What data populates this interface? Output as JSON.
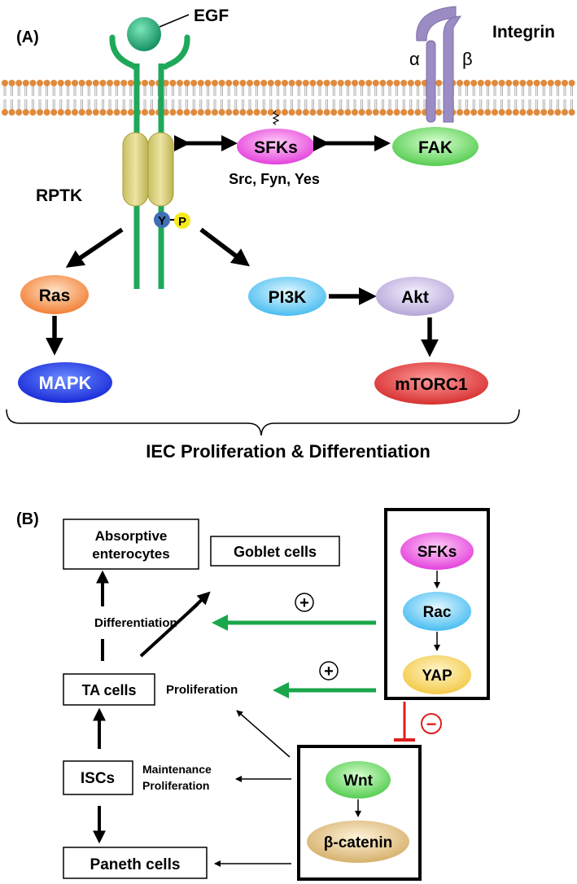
{
  "panel_a": {
    "label": "(A)",
    "egf": "EGF",
    "integrin": "Integrin",
    "alpha": "α",
    "beta": "β",
    "rptk": "RPTK",
    "y": "Y",
    "p": "P",
    "sfks": "SFKs",
    "sfks_members": "Src, Fyn, Yes",
    "fak": "FAK",
    "ras": "Ras",
    "mapk": "MAPK",
    "pi3k": "PI3K",
    "akt": "Akt",
    "mtorc1": "mTORC1",
    "outcome": "IEC Proliferation & Differentiation"
  },
  "panel_b": {
    "label": "(B)",
    "absorptive": [
      "Absorptive",
      "enterocytes"
    ],
    "goblet": "Goblet cells",
    "differentiation": "Differentiation",
    "ta_cells": "TA cells",
    "proliferation": "Proliferation",
    "iscs": "ISCs",
    "maintenance": [
      "Maintenance",
      "Proliferation"
    ],
    "paneth": "Paneth cells",
    "sfks": "SFKs",
    "rac": "Rac",
    "yap": "YAP",
    "wnt": "Wnt",
    "beta_catenin": "β-catenin",
    "plus": "+",
    "minus": "−"
  },
  "colors": {
    "green_arrow": "#1aa64a",
    "inhibit_red": "#e01e1e",
    "membrane_head": "#e08a3c",
    "receptor_green": "#1fa85a",
    "integrin_purple": "#9b8cc4"
  }
}
